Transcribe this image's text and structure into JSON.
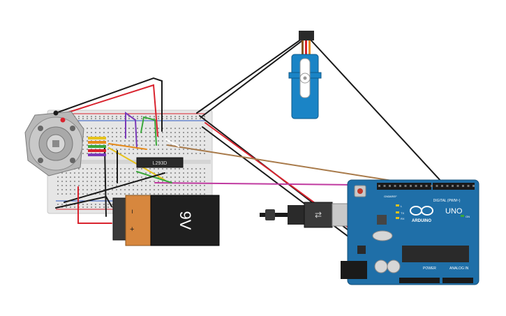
{
  "battery": {
    "voltage_label": "9V",
    "minus_sign": "−",
    "plus_sign": "+"
  },
  "driver_ic": {
    "label": "L293D"
  },
  "arduino": {
    "brand": "ARDUINO",
    "model": "UNO",
    "digital_header_label": "DIGITAL (PWM~)",
    "power_label": "POWER",
    "analog_label": "ANALOG IN",
    "on_label": "ON",
    "tx_label": "TX",
    "rx_label": "RX",
    "l_label": "L",
    "aref_label": "AREF",
    "gnd_label": "GND"
  },
  "colors": {
    "breadboard": "#e3e3e3",
    "rail_red": "#d9232e",
    "rail_blue": "#2b57c2",
    "battery_body": "#1f1f1f",
    "battery_cap": "#d7873e",
    "arduino_board": "#1f6fa8",
    "servo_body": "#1a84c6",
    "wire_black": "#1a1a1a",
    "wire_red": "#d9232e",
    "wire_brown": "#a87a4a",
    "wire_magenta": "#c03aa0",
    "wire_yellow": "#e6c21a",
    "wire_green": "#3aa83a",
    "wire_purple": "#7a3ab8"
  }
}
